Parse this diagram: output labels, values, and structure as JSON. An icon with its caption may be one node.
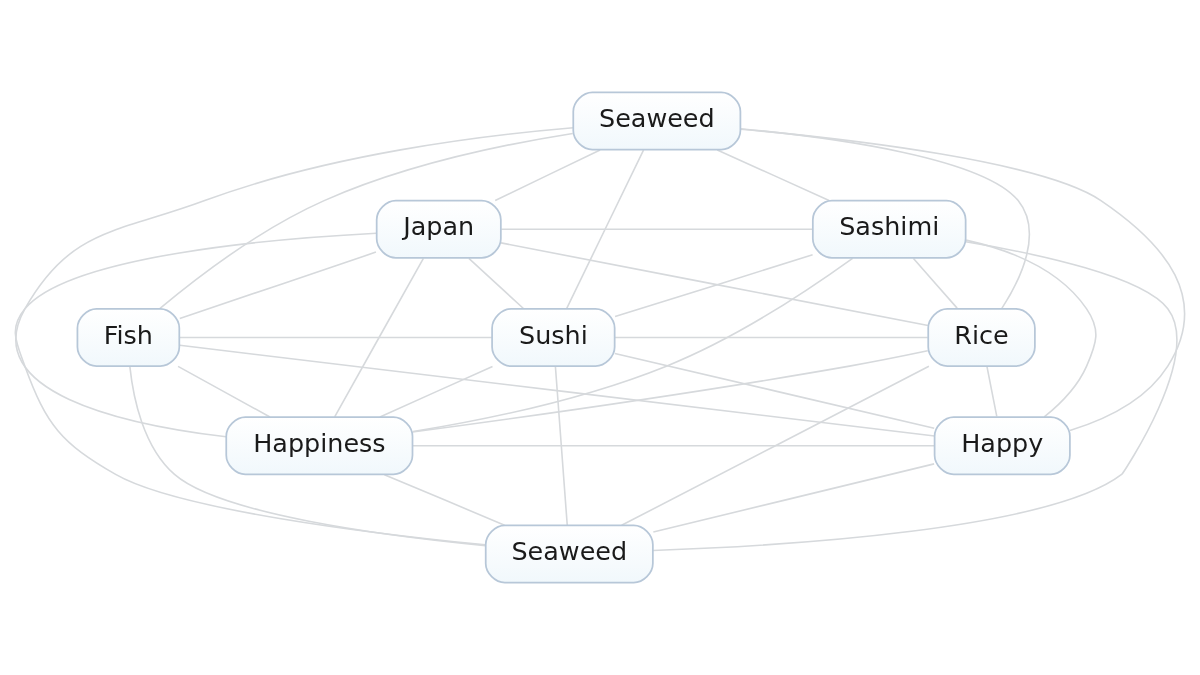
{
  "diagram": {
    "nodes": [
      {
        "text": [
          "Seaweed"
        ]
      },
      {
        "text": [
          "Japan"
        ]
      },
      {
        "text": [
          "Sashimi"
        ]
      },
      {
        "text": [
          "Fish"
        ]
      },
      {
        "text": [
          "Sushi"
        ]
      },
      {
        "text": [
          "Rice"
        ]
      },
      {
        "text": [
          "Happiness"
        ]
      },
      {
        "text": [
          "Happy"
        ]
      },
      {
        "text": [
          "Seaweed"
        ]
      }
    ],
    "edges": [
      {
        "from": 0,
        "to": 1,
        "arrow": "none"
      },
      {
        "from": 0,
        "to": 3,
        "arrow": "none"
      },
      {
        "from": 0,
        "to": 2,
        "arrow": "none"
      },
      {
        "from": 0,
        "to": 5,
        "arrow": "none"
      },
      {
        "from": 0,
        "to": 4,
        "arrow": "none"
      },
      {
        "from": 0,
        "to": 6,
        "arrow": "none"
      },
      {
        "from": 0,
        "to": 7,
        "arrow": "none"
      },
      {
        "from": 1,
        "to": 2,
        "arrow": "none"
      },
      {
        "from": 1,
        "to": 5,
        "arrow": "none"
      },
      {
        "from": 1,
        "to": 4,
        "arrow": "none"
      },
      {
        "from": 1,
        "to": 3,
        "arrow": "none"
      },
      {
        "from": 1,
        "to": 6,
        "arrow": "none"
      },
      {
        "from": 1,
        "to": 8,
        "arrow": "none"
      },
      {
        "from": 2,
        "to": 4,
        "arrow": "none"
      },
      {
        "from": 2,
        "to": 6,
        "arrow": "none"
      },
      {
        "from": 2,
        "to": 8,
        "arrow": "none"
      },
      {
        "from": 2,
        "to": 7,
        "arrow": "none"
      },
      {
        "from": 2,
        "to": 5,
        "arrow": "none"
      },
      {
        "from": 3,
        "to": 4,
        "arrow": "none"
      },
      {
        "from": 3,
        "to": 6,
        "arrow": "none"
      },
      {
        "from": 3,
        "to": 8,
        "arrow": "none"
      },
      {
        "from": 3,
        "to": 7,
        "arrow": "none"
      },
      {
        "from": 4,
        "to": 5,
        "arrow": "none"
      },
      {
        "from": 4,
        "to": 7,
        "arrow": "none"
      },
      {
        "from": 4,
        "to": 8,
        "arrow": "none"
      },
      {
        "from": 4,
        "to": 6,
        "arrow": "none"
      },
      {
        "from": 5,
        "to": 7,
        "arrow": "none"
      },
      {
        "from": 5,
        "to": 8,
        "arrow": "none"
      },
      {
        "from": 5,
        "to": 6,
        "arrow": "none"
      },
      {
        "from": 6,
        "to": 7,
        "arrow": "none"
      },
      {
        "from": 6,
        "to": 8,
        "arrow": "none"
      },
      {
        "from": 7,
        "to": 8,
        "arrow": "none"
      }
    ]
  }
}
